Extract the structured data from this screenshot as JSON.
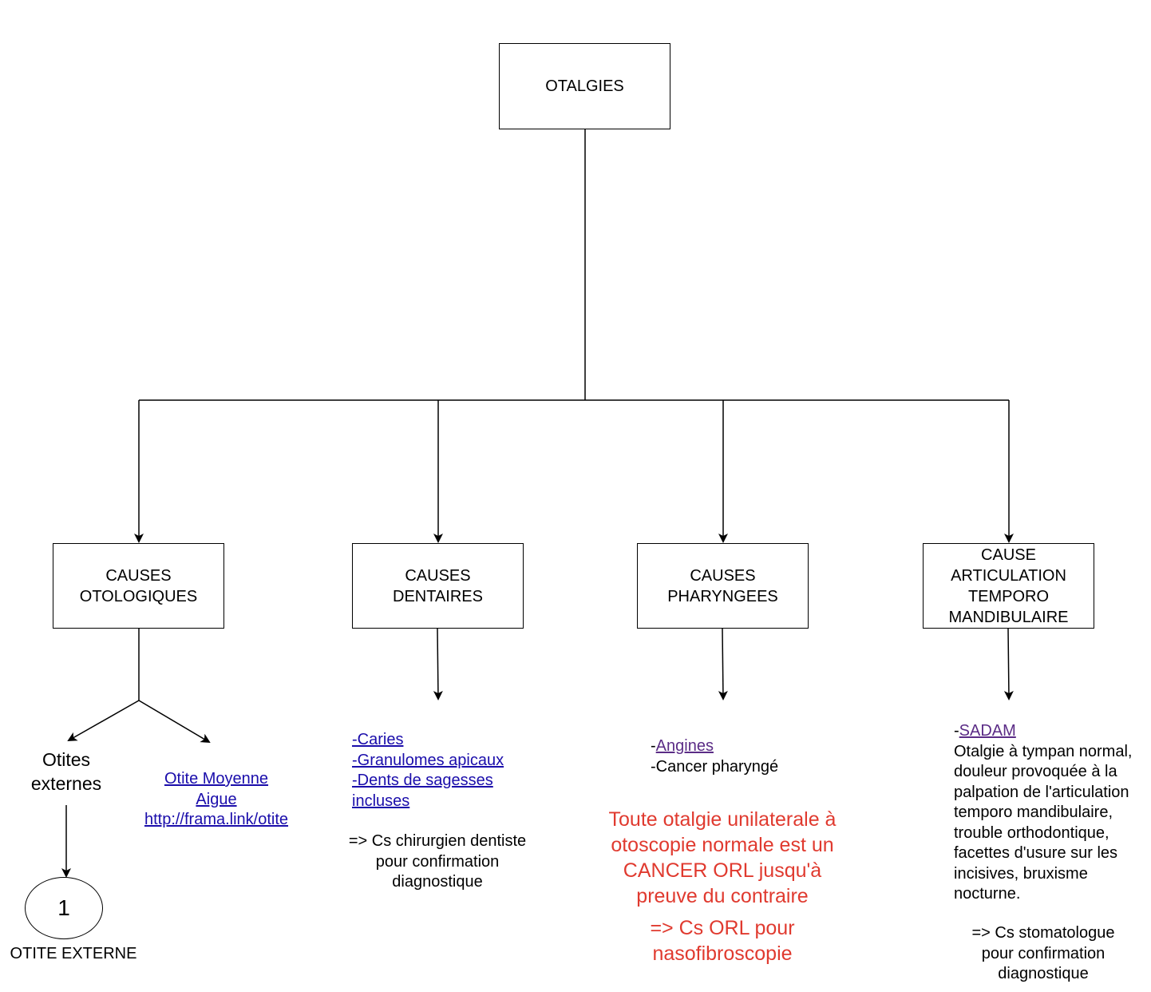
{
  "root": {
    "label": "OTALGIES"
  },
  "categories": {
    "otologiques": {
      "line1": "CAUSES",
      "line2": "OTOLOGIQUES"
    },
    "dentaires": {
      "line1": "CAUSES",
      "line2": "DENTAIRES"
    },
    "pharyngees": {
      "line1": "CAUSES",
      "line2": "PHARYNGEES"
    },
    "atm": {
      "line1": "CAUSE",
      "line2": "ARTICULATION",
      "line3": "TEMPORO",
      "line4": "MANDIBULAIRE"
    }
  },
  "otologiques": {
    "externes_line1": "Otites",
    "externes_line2": "externes",
    "oma_line1": "Otite Moyenne",
    "oma_line2": "Aigue",
    "oma_link": "http://frama.link/otite",
    "circle_number": "1",
    "circle_caption": "OTITE EXTERNE"
  },
  "dentaires": {
    "items": [
      "-Caries",
      "-Granulomes apicaux",
      "-Dents de sagesses",
      "incluses"
    ],
    "note": [
      "=> Cs chirurgien dentiste",
      "pour confirmation",
      "diagnostique"
    ]
  },
  "pharyngees": {
    "item1_prefix": "-",
    "item1_link": "Angines",
    "item2": "-Cancer pharyngé",
    "warning": [
      "Toute otalgie unilaterale à",
      "otoscopie normale est un",
      "CANCER ORL jusqu'à",
      "preuve du contraire"
    ],
    "action": [
      "=> Cs ORL pour",
      "nasofibroscopie"
    ]
  },
  "atm": {
    "item_prefix": "-",
    "item_link": "SADAM",
    "description": [
      "Otalgie à tympan normal,",
      "douleur provoquée à la",
      "palpation de l'articulation",
      "temporo mandibulaire,",
      "trouble orthodontique,",
      "facettes d'usure sur les",
      "incisives, bruxisme",
      "nocturne."
    ],
    "note": [
      "=> Cs stomatologue",
      "pour confirmation",
      "diagnostique"
    ]
  },
  "colors": {
    "link": "#1a0dab",
    "visited_link": "#5b2c86",
    "warning": "#e03a2f"
  }
}
